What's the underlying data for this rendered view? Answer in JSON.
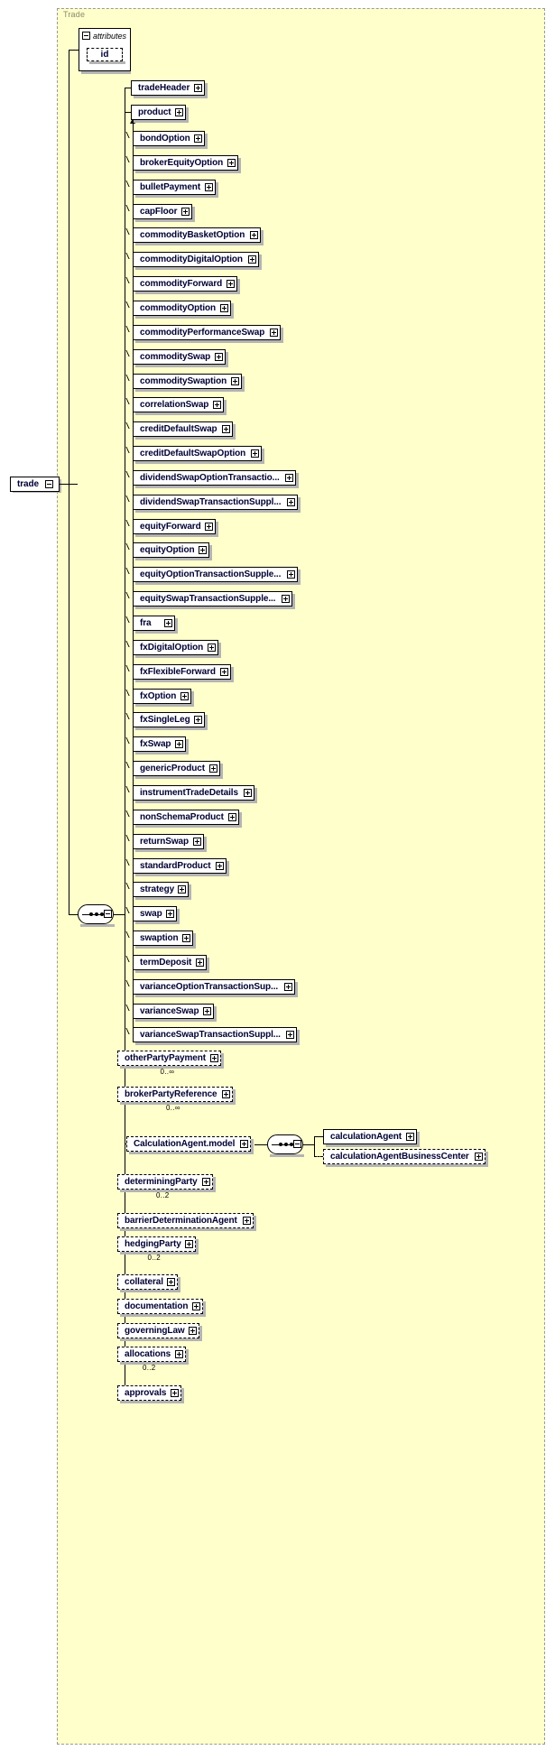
{
  "diagram": {
    "type": "xsd-schema-diagram",
    "group_title": "Trade",
    "root_element": {
      "label": "trade",
      "expander": "minus-icon"
    },
    "attributes": {
      "header_label": "attributes",
      "collapse_icon": "minus-icon",
      "items": [
        {
          "label": "id",
          "optional": true
        }
      ]
    },
    "sequence_connector": {
      "icon": "sequence-icon",
      "expander": "minus-icon"
    },
    "children": [
      {
        "label": "tradeHeader",
        "expander": "plus-icon",
        "optional": false,
        "cardinality": ""
      },
      {
        "label": "product",
        "expander": "plus-icon",
        "optional": false,
        "cardinality": "",
        "abstract_ref": true
      }
    ],
    "product_choice": [
      {
        "label": "bondOption",
        "expander": "plus-icon"
      },
      {
        "label": "brokerEquityOption",
        "expander": "plus-icon"
      },
      {
        "label": "bulletPayment",
        "expander": "plus-icon"
      },
      {
        "label": "capFloor",
        "expander": "plus-icon"
      },
      {
        "label": "commodityBasketOption",
        "expander": "plus-icon"
      },
      {
        "label": "commodityDigitalOption",
        "expander": "plus-icon"
      },
      {
        "label": "commodityForward",
        "expander": "plus-icon"
      },
      {
        "label": "commodityOption",
        "expander": "plus-icon"
      },
      {
        "label": "commodityPerformanceSwap",
        "expander": "plus-icon"
      },
      {
        "label": "commoditySwap",
        "expander": "plus-icon"
      },
      {
        "label": "commoditySwaption",
        "expander": "plus-icon"
      },
      {
        "label": "correlationSwap",
        "expander": "plus-icon"
      },
      {
        "label": "creditDefaultSwap",
        "expander": "plus-icon"
      },
      {
        "label": "creditDefaultSwapOption",
        "expander": "plus-icon"
      },
      {
        "label": "dividendSwapOptionTransactio...",
        "expander": "plus-icon"
      },
      {
        "label": "dividendSwapTransactionSuppl...",
        "expander": "plus-icon"
      },
      {
        "label": "equityForward",
        "expander": "plus-icon"
      },
      {
        "label": "equityOption",
        "expander": "plus-icon"
      },
      {
        "label": "equityOptionTransactionSupple...",
        "expander": "plus-icon"
      },
      {
        "label": "equitySwapTransactionSupple...",
        "expander": "plus-icon"
      },
      {
        "label": "fra",
        "expander": "plus-icon"
      },
      {
        "label": "fxDigitalOption",
        "expander": "plus-icon"
      },
      {
        "label": "fxFlexibleForward",
        "expander": "plus-icon"
      },
      {
        "label": "fxOption",
        "expander": "plus-icon"
      },
      {
        "label": "fxSingleLeg",
        "expander": "plus-icon"
      },
      {
        "label": "fxSwap",
        "expander": "plus-icon"
      },
      {
        "label": "genericProduct",
        "expander": "plus-icon"
      },
      {
        "label": "instrumentTradeDetails",
        "expander": "plus-icon"
      },
      {
        "label": "nonSchemaProduct",
        "expander": "plus-icon"
      },
      {
        "label": "returnSwap",
        "expander": "plus-icon"
      },
      {
        "label": "standardProduct",
        "expander": "plus-icon"
      },
      {
        "label": "strategy",
        "expander": "plus-icon"
      },
      {
        "label": "swap",
        "expander": "plus-icon"
      },
      {
        "label": "swaption",
        "expander": "plus-icon"
      },
      {
        "label": "termDeposit",
        "expander": "plus-icon"
      },
      {
        "label": "varianceOptionTransactionSup...",
        "expander": "plus-icon"
      },
      {
        "label": "varianceSwap",
        "expander": "plus-icon"
      },
      {
        "label": "varianceSwapTransactionSuppl...",
        "expander": "plus-icon"
      }
    ],
    "optional_children": [
      {
        "label": "otherPartyPayment",
        "expander": "plus-icon",
        "cardinality": "0..∞"
      },
      {
        "label": "brokerPartyReference",
        "expander": "plus-icon",
        "cardinality": "0..∞"
      },
      {
        "label": "CalculationAgent.model",
        "expander": "plus-icon",
        "cardinality": "",
        "is_model_group": true
      },
      {
        "label": "determiningParty",
        "expander": "plus-icon",
        "cardinality": "0..2"
      },
      {
        "label": "barrierDeterminationAgent",
        "expander": "plus-icon",
        "cardinality": ""
      },
      {
        "label": "hedgingParty",
        "expander": "plus-icon",
        "cardinality": "0..2"
      },
      {
        "label": "collateral",
        "expander": "plus-icon",
        "cardinality": ""
      },
      {
        "label": "documentation",
        "expander": "plus-icon",
        "cardinality": ""
      },
      {
        "label": "governingLaw",
        "expander": "plus-icon",
        "cardinality": ""
      },
      {
        "label": "allocations",
        "expander": "plus-icon",
        "cardinality": "0..2"
      },
      {
        "label": "approvals",
        "expander": "plus-icon",
        "cardinality": ""
      }
    ],
    "calculation_agent_model": {
      "sequence_icon": "sequence-icon",
      "children": [
        {
          "label": "calculationAgent",
          "expander": "plus-icon",
          "optional": false
        },
        {
          "label": "calculationAgentBusinessCenter",
          "expander": "plus-icon",
          "optional": true
        }
      ]
    },
    "colors": {
      "panel_background": "#ffffcc",
      "panel_border": "#999999",
      "node_background": "#ffffff",
      "node_border": "#000000",
      "label_color": "#000033",
      "shadow": "#b4b4b4",
      "group_title_color": "#8a8a6a"
    }
  }
}
